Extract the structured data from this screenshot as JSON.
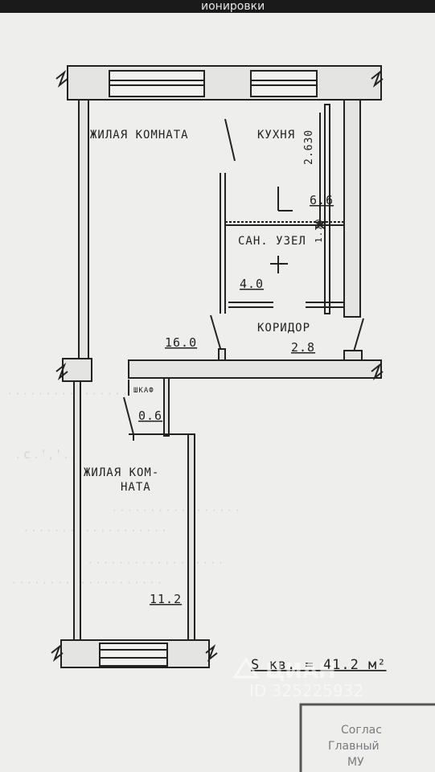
{
  "header_fragment": "ионировки",
  "rooms": {
    "living_room_1": {
      "name": "ЖИЛАЯ КОМНАТА",
      "area": "16.0"
    },
    "kitchen": {
      "name": "КУХНЯ",
      "area": "6.6",
      "dimension": "2.630"
    },
    "bathroom": {
      "name": "САН. УЗЕЛ",
      "area": "4.0",
      "dimension": "1.70"
    },
    "corridor": {
      "name": "КОРИДОР",
      "area": "2.8"
    },
    "closet": {
      "name": "ШКАФ",
      "area": "0.6"
    },
    "living_room_2": {
      "name_line1": "ЖИЛАЯ КОМ-",
      "name_line2": "НАТА",
      "area": "11.2"
    }
  },
  "total_area": "S кв. = 41.2 м²",
  "watermark": {
    "brand": "ЦИАН",
    "id": "ID 325225932"
  },
  "stamp": {
    "line1": "Соглас",
    "line2": "Главный",
    "line3": "МУ"
  },
  "colors": {
    "paper": "#eeeeec",
    "ink": "#222222",
    "wall_fill": "#e4e4e2",
    "header_bar": "#1a1a1a"
  }
}
